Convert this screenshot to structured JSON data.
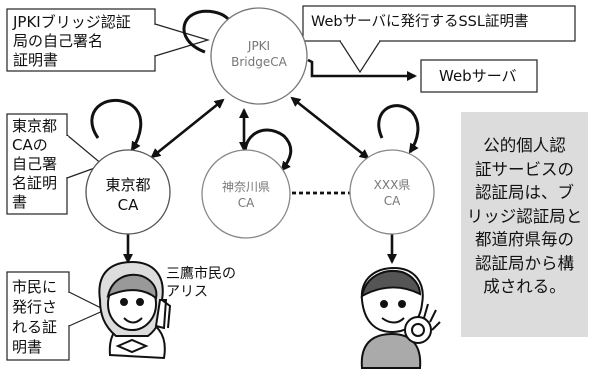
{
  "callouts": {
    "bridge_ca_note": "JPKIブリッジ認証\n局の自己署名\n証明書",
    "ssl_cert": "Webサーバに発行するSSL証明書",
    "web_server": "Webサーバ",
    "tokyo_self_signed": "東京都\nCAの\n自己署\n名証明\n書",
    "citizen_cert": "市民に\n発行さ\nれる証\n明書"
  },
  "nodes": {
    "bridge_ca": "JPKI\nBridgeCA",
    "tokyo_ca": "東京都\nCA",
    "kanagawa_ca": "神奈川県\nCA",
    "xxx_ca": "XXX県\nCA"
  },
  "people": {
    "alice_label": "三鷹市民の\nアリス"
  },
  "summary": "公的個人認\n証サービスの\n認証局は、ブ\nリッジ認証局と\n都道府県毎の\n認証局から構\n成される。"
}
